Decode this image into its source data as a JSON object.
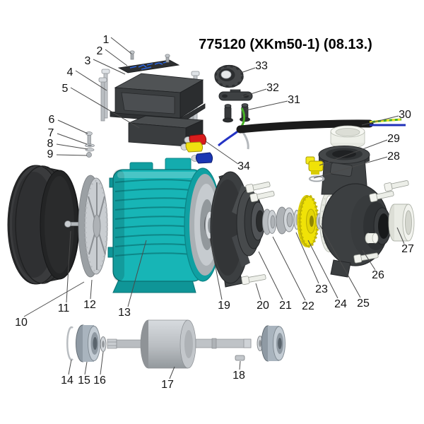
{
  "title": "775120 (XKm50-1) (08.13.)",
  "colors": {
    "motor_teal": "#17b5b6",
    "impeller_yellow": "#f0e207",
    "casting_dark": "#3c3f41",
    "metal_light": "#c3c7cb",
    "white_part": "#edeee9",
    "wire_red": "#d91c1c",
    "wire_yellow": "#f0df10",
    "wire_blue": "#1a36b2",
    "wire_green": "#46b025",
    "cable_black": "#1b1b1b",
    "label_blue": "#2b63d9",
    "leader_line": "#4a4a4a",
    "number_text": "#121212"
  },
  "callouts": [
    {
      "n": "1",
      "t": [
        150,
        61
      ],
      "l": [
        157,
        53,
        186,
        76
      ]
    },
    {
      "n": "2",
      "t": [
        141,
        77
      ],
      "l": [
        149,
        70,
        180,
        93
      ]
    },
    {
      "n": "3",
      "t": [
        124,
        91
      ],
      "l": [
        132,
        84,
        177,
        105
      ]
    },
    {
      "n": "4",
      "t": [
        99,
        107
      ],
      "l": [
        107,
        100,
        151,
        128
      ]
    },
    {
      "n": "5",
      "t": [
        92,
        130
      ],
      "l": [
        100,
        124,
        197,
        181
      ]
    },
    {
      "n": "6",
      "t": [
        73,
        174
      ],
      "l": [
        82,
        170,
        124,
        189
      ]
    },
    {
      "n": "7",
      "t": [
        72,
        193
      ],
      "l": [
        81,
        189,
        123,
        204
      ]
    },
    {
      "n": "8",
      "t": [
        71,
        208
      ],
      "l": [
        80,
        204,
        124,
        211
      ]
    },
    {
      "n": "9",
      "t": [
        71,
        223
      ],
      "l": [
        80,
        219,
        123,
        220
      ]
    },
    {
      "n": "10",
      "t": [
        30,
        461
      ],
      "l": [
        34,
        448,
        119,
        399
      ]
    },
    {
      "n": "11",
      "t": [
        90,
        441
      ],
      "l": [
        94,
        428,
        100,
        327
      ]
    },
    {
      "n": "12",
      "t": [
        127,
        436
      ],
      "l": [
        128,
        423,
        130,
        396
      ]
    },
    {
      "n": "13",
      "t": [
        176,
        447
      ],
      "l": [
        181,
        434,
        207,
        340
      ]
    },
    {
      "n": "14",
      "t": [
        95,
        543
      ],
      "l": [
        97,
        530,
        101,
        509
      ]
    },
    {
      "n": "15",
      "t": [
        119,
        543
      ],
      "l": [
        120,
        530,
        123,
        512
      ]
    },
    {
      "n": "16",
      "t": [
        141,
        543
      ],
      "l": [
        142,
        530,
        146,
        498
      ]
    },
    {
      "n": "17",
      "t": [
        237,
        549
      ],
      "l": [
        240,
        536,
        247,
        519
      ]
    },
    {
      "n": "18",
      "t": [
        338,
        536
      ],
      "l": [
        339,
        523,
        340,
        511
      ]
    },
    {
      "n": "19",
      "t": [
        317,
        437
      ],
      "l": [
        314,
        424,
        297,
        337
      ]
    },
    {
      "n": "20",
      "t": [
        372,
        437
      ],
      "l": [
        369,
        424,
        362,
        401
      ]
    },
    {
      "n": "21",
      "t": [
        404,
        437
      ],
      "l": [
        400,
        424,
        366,
        356
      ]
    },
    {
      "n": "22",
      "t": [
        436,
        438
      ],
      "l": [
        432,
        425,
        386,
        335
      ]
    },
    {
      "n": "23",
      "t": [
        455,
        414
      ],
      "l": [
        451,
        401,
        419,
        329
      ]
    },
    {
      "n": "24",
      "t": [
        482,
        435
      ],
      "l": [
        478,
        422,
        436,
        340
      ]
    },
    {
      "n": "25",
      "t": [
        514,
        434
      ],
      "l": [
        510,
        421,
        453,
        319
      ]
    },
    {
      "n": "26",
      "t": [
        535,
        394
      ],
      "l": [
        531,
        382,
        513,
        354
      ]
    },
    {
      "n": "27",
      "t": [
        577,
        357
      ],
      "l": [
        572,
        345,
        562,
        322
      ]
    },
    {
      "n": "28",
      "t": [
        557,
        226
      ],
      "l": [
        548,
        222,
        444,
        252
      ]
    },
    {
      "n": "29",
      "t": [
        557,
        201
      ],
      "l": [
        548,
        198,
        452,
        234
      ]
    },
    {
      "n": "30",
      "t": [
        573,
        167
      ],
      "l": [
        564,
        164,
        512,
        177
      ]
    },
    {
      "n": "31",
      "t": [
        416,
        146
      ],
      "l": [
        407,
        143,
        348,
        156
      ]
    },
    {
      "n": "32",
      "t": [
        386,
        129
      ],
      "l": [
        377,
        126,
        342,
        137
      ]
    },
    {
      "n": "33",
      "t": [
        370,
        98
      ],
      "l": [
        361,
        96,
        338,
        104
      ]
    },
    {
      "n": "34",
      "t": [
        345,
        240
      ],
      "l": [
        337,
        232,
        291,
        200
      ]
    }
  ]
}
